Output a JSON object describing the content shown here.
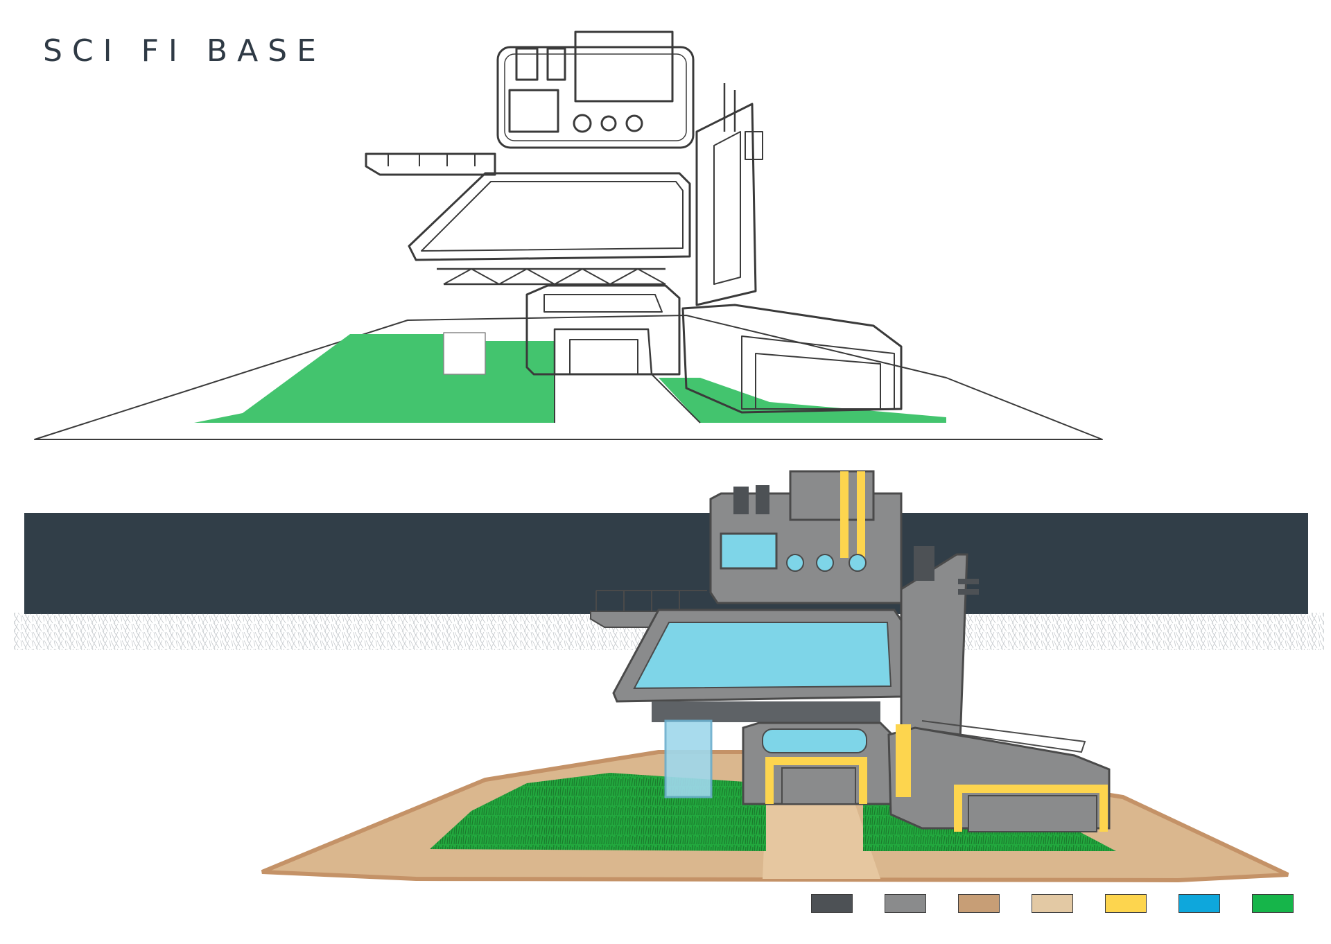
{
  "title": "SCI FI BASE",
  "palette": [
    {
      "name": "dark-grey",
      "color": "#4d5155"
    },
    {
      "name": "grey",
      "color": "#8a8b8c"
    },
    {
      "name": "tan",
      "color": "#c79e76"
    },
    {
      "name": "light-tan",
      "color": "#e3c9a4"
    },
    {
      "name": "yellow",
      "color": "#fdd54e"
    },
    {
      "name": "blue",
      "color": "#0ea7dc"
    },
    {
      "name": "green",
      "color": "#16b54a"
    }
  ]
}
